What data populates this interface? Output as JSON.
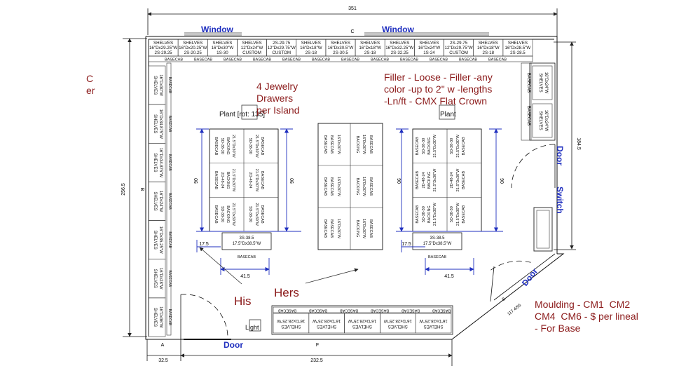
{
  "dimensions": {
    "top_total": "351",
    "left_total": "256.5",
    "right_upper": "184.5",
    "bottom_main": "232.5",
    "bottom_left": "32.5",
    "diagonal": "117.4/55",
    "island_depth_left": "17.5",
    "island_depth_right": "17.5",
    "island_width_left": "41.5",
    "island_width_right": "41.5",
    "island_len_left_a": "90",
    "island_len_left_b": "90",
    "island_len_right_a": "90",
    "island_len_right_b": "90"
  },
  "wall_letters": {
    "top": "C",
    "left": "B",
    "bottom_left": "A",
    "bottom": "F",
    "diag": "E"
  },
  "labels": {
    "window_left": "Window",
    "window_right": "Window",
    "door_right": "Door",
    "switch": "Switch",
    "door_diag": "Door",
    "door_bottom": "Door",
    "light": "Light",
    "plant_left": "Plant [rot: 135]",
    "plant_right": "Plant",
    "his": "His",
    "hers": "Hers",
    "jewelry_note": "4 Jewelry\nDrawers\nper Island",
    "filler_note": "Filler - Loose - Filler -any\ncolor -up to 2\" w -lengths\n-Ln/ft - CMX Flat Crown",
    "moulding_note": "Moulding - CM1  CM2\nCM4  CM6 - $ per lineal\n- For Base",
    "clipped_note": "C\ner"
  },
  "top_shelves": [
    {
      "a": "SHELVES",
      "b": "16\"Dx29.25\"W",
      "c": "2S-29.25"
    },
    {
      "a": "SHELVES",
      "b": "16\"Dx20.25\"W",
      "c": "2S-20.25"
    },
    {
      "a": "SHELVES",
      "b": "16\"Dx30\"W",
      "c": "1S-30"
    },
    {
      "a": "SHELVES",
      "b": "12\"Dx24\"W",
      "c": "CUSTOM"
    },
    {
      "a": "2S-29.75",
      "b": "12\"Dx29.75\"W",
      "c": "CUSTOM"
    },
    {
      "a": "SHELVES",
      "b": "16\"Dx18\"W",
      "c": "2S-18"
    },
    {
      "a": "SHELVES",
      "b": "16\"Dx30.5\"W",
      "c": "2S-30.5"
    },
    {
      "a": "SHELVES",
      "b": "16\"Dx18\"W",
      "c": "2S-18"
    },
    {
      "a": "SHELVES",
      "b": "16\"Dx32.25\"W",
      "c": "2S-32.25"
    },
    {
      "a": "SHELVES",
      "b": "16\"Dx24\"W",
      "c": "1S-24"
    },
    {
      "a": "2S-29.75",
      "b": "12\"Dx29.75\"W",
      "c": "CUSTOM"
    },
    {
      "a": "SHELVES",
      "b": "16\"Dx18\"W",
      "c": "2S-18"
    },
    {
      "a": "SHELVES",
      "b": "16\"Dx28.5\"W",
      "c": "2S-28.5"
    }
  ],
  "left_shelves": [
    {
      "a": "SHELVES",
      "b": "16\"Dx30\"W"
    },
    {
      "a": "SHELVES",
      "b": "16\"Dx34.875\"W"
    },
    {
      "a": "SHELVES",
      "b": "16\"Dx34.875\"W"
    },
    {
      "a": "SHELVES",
      "b": "16\"Dx24\"W"
    },
    {
      "a": "SHELVES",
      "b": "16\"Dx35.25\"W"
    },
    {
      "a": "SHELVES",
      "b": "16\"Dx28\"W"
    },
    {
      "a": "SHELVES",
      "b": "16\"Dx36\"W"
    }
  ],
  "right_shelves": [
    {
      "a": "SHELVES",
      "b": "16\"Dx24\"W"
    },
    {
      "a": "SHELVES",
      "b": "16\"Dx24\"W"
    }
  ],
  "bottom_shelves": [
    {
      "a": "SHELVES",
      "b": "16\"Dx28.25\"W"
    },
    {
      "a": "SHELVES",
      "b": "16\"Dx28.25\"W"
    },
    {
      "a": "SHELVES",
      "b": "16\"Dx28.25\"W"
    },
    {
      "a": "SHELVES",
      "b": "16\"Dx28.25\"W"
    },
    {
      "a": "SHELVES",
      "b": "16\"Dx28.25\"W"
    }
  ],
  "basecab": "BASECAB",
  "backing": "BACKING",
  "island": {
    "cab_a": "5D-38-30",
    "cab_b": "2D-48-24",
    "cab_size": "21.5\"Dx30\"W",
    "end": "3S-38.5",
    "end_size": "17.5\"Dx38.5\"W",
    "center_size": "16\"Dx30\"W"
  }
}
